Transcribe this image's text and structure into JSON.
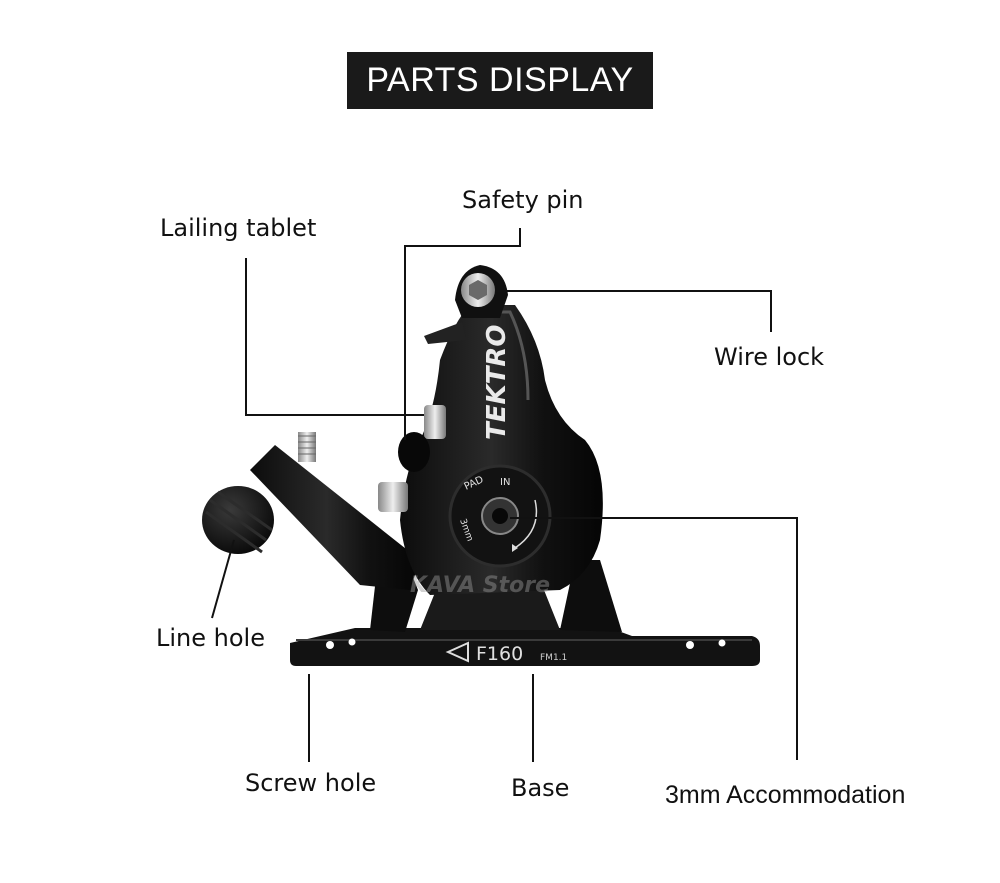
{
  "title": "PARTS DISPLAY",
  "watermark": "KAVA Store",
  "brand_text": "TEKTRO",
  "part_marking": "F160",
  "part_marking_small": "FM1.1",
  "knob_text": {
    "pad": "PAD",
    "in": "IN",
    "size": "3mm"
  },
  "labels": {
    "safety_pin": "Safety pin",
    "lailing_tablet": "Lailing tablet",
    "wire_lock": "Wire lock",
    "line_hole": "Line hole",
    "screw_hole": "Screw hole",
    "base": "Base",
    "accommodation": "3mm Accommodation"
  },
  "colors": {
    "caliper": "#141414",
    "highlight": "#4a4a4a",
    "metal": "#c8c8c8",
    "background": "#ffffff"
  }
}
